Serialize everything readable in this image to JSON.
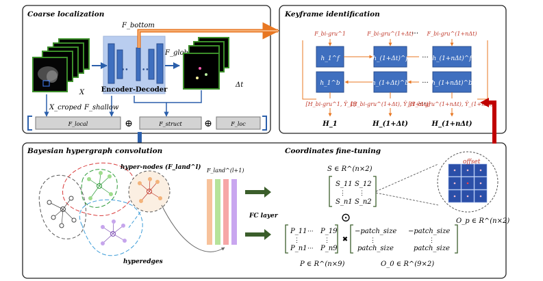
{
  "panels": {
    "coarse": {
      "title": "Coarse localization",
      "f_bottom": "F_bottom",
      "f_global": "F_global",
      "encoder_decoder": "Encoder-Decoder",
      "x_label": "X",
      "x_croped": "X_croped",
      "f_shallow": "F_shallow",
      "delta_t": "Δt",
      "features": [
        "F_local",
        "F_struct",
        "F_loc"
      ],
      "oplus": "⊕"
    },
    "keyframe": {
      "title": "Keyframe identification",
      "top_labels": [
        "F_bi-gru^1",
        "F_bi-gru^(1+Δt)",
        "F_bi-gru^(1+nΔt)"
      ],
      "forward_cells": [
        "h_1^f",
        "h_(1+Δt)^f",
        "h_(1+nΔt)^f"
      ],
      "backward_cells": [
        "h_1^b",
        "h_(1+Δt)^b",
        "h_(1+nΔt)^b"
      ],
      "bottom_labels": [
        "[H_bi-gru^1, Ŷ_1]",
        "[H_bi-gru^(1+Δt), Ŷ_(1+Δt)]",
        "[H_bi-gru^(1+nΔt), Ŷ_(1+nΔt)]"
      ],
      "outputs": [
        "H_1",
        "H_(1+Δt)",
        "H_(1+nΔt)"
      ],
      "dots": "···"
    },
    "bayesian": {
      "title": "Bayesian hypergraph convolution",
      "hyper_nodes": "hyper-nodes (F_land^l)",
      "hyperedges": "hyperedges",
      "f_land_next": "F_land^(l+1)",
      "fc_layer": "FC layer"
    },
    "finetune": {
      "title": "Coordinates fine-tuning",
      "s_def": "S ∈ R^(n×2)",
      "s_matrix": [
        "S_11",
        "S_12",
        "S_n1",
        "S_n2"
      ],
      "odot": "⊙",
      "p_matrix": [
        "P_11",
        "P_19",
        "P_n1",
        "P_n9"
      ],
      "times": "✖",
      "o_matrix": [
        "−patch_size",
        "−patch_size",
        "patch_size",
        "patch_size"
      ],
      "p_def": "P ∈ R^(n×9)",
      "o0_def": "O_0 ∈ R^(9×2)",
      "offset": "offset",
      "op_def": "O_p ∈ R^(n×2)",
      "vdots": "⋮",
      "hdots": "···"
    }
  },
  "colors": {
    "blue_box": "#3f6fbf",
    "blue_border": "#2a4e8f",
    "orange": "#e87722",
    "orange_text": "#c0392b",
    "green_frame": "#3c8f2a",
    "dark_green": "#3b5e2b",
    "red_arrow": "#c00000",
    "hl_blue": "#2b5fab",
    "strip_colors": [
      "#f7c29b",
      "#b6e39a",
      "#f6a6a6",
      "#c9a6ef"
    ]
  }
}
